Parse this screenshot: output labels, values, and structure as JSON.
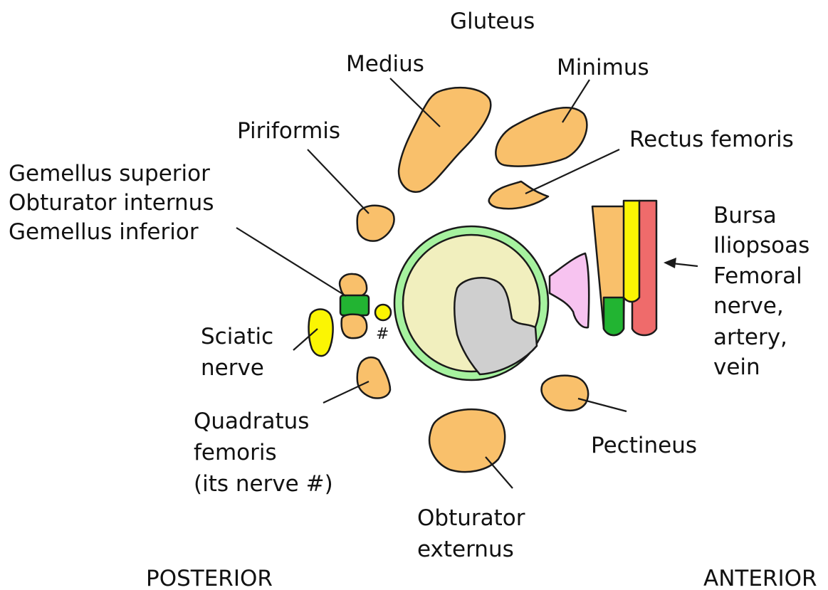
{
  "labels": {
    "gluteus": "Gluteus",
    "medius": "Medius",
    "minimus": "Minimus",
    "piriformis": "Piriformis",
    "rectus_femoris": "Rectus femoris",
    "gemellus_superior": "Gemellus superior",
    "obturator_internus": "Obturator internus",
    "gemellus_inferior": "Gemellus inferior",
    "bursa": "Bursa",
    "iliopsoas": "Iliopsoas",
    "femoral": "Femoral",
    "nerve_comma": "nerve,",
    "artery": "artery,",
    "vein": "vein",
    "sciatic": "Sciatic",
    "nerve": "nerve",
    "quadratus": "Quadratus",
    "femoris": "femoris",
    "its_nerve": "(its nerve #)",
    "hash_mark": "#",
    "pectineus": "Pectineus",
    "obturator": "Obturator",
    "externus": "externus",
    "posterior": "POSTERIOR",
    "anterior": "ANTERIOR"
  },
  "colors": {
    "muscle": "#f9c06b",
    "capsule": "#a6f29f",
    "femoral_head": "#f1efbe",
    "bone_neck": "#cfcfcf",
    "bursa": "#f7c3f0",
    "nerve_yellow": "#fbf503",
    "obturator_internus": "#22b432",
    "artery": "#ef6b6b"
  }
}
